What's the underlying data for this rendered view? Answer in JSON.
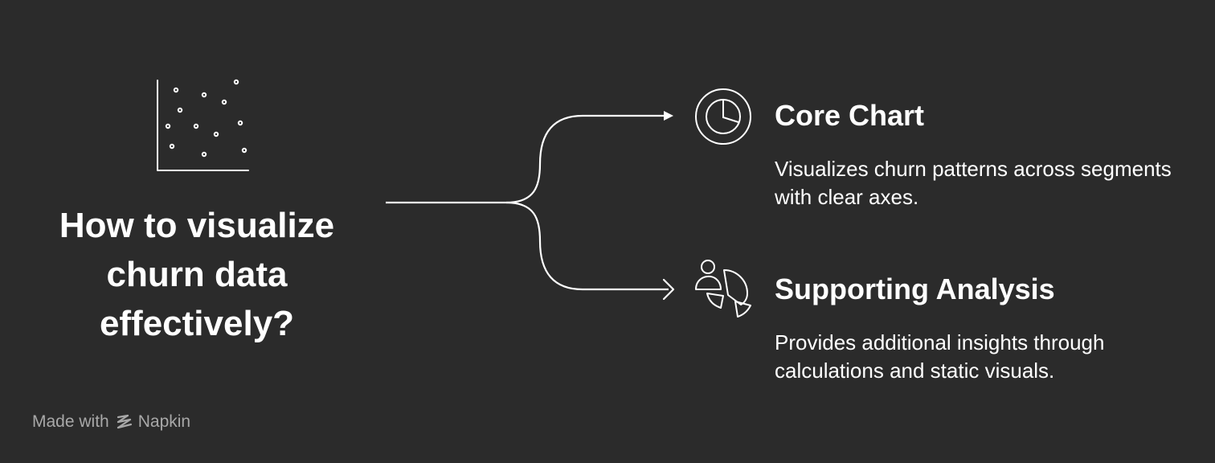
{
  "main": {
    "question": "How to visualize churn data effectively?",
    "icon": "scatter-plot-icon"
  },
  "options": [
    {
      "title": "Core Chart",
      "description": "Visualizes churn patterns across segments with clear axes.",
      "icon": "pie-chart-icon"
    },
    {
      "title": "Supporting Analysis",
      "description": "Provides additional insights through calculations and static visuals.",
      "icon": "people-pie-icon"
    }
  ],
  "footer": {
    "made_with": "Made with",
    "brand": "Napkin",
    "brand_icon": "napkin-logo-icon"
  },
  "colors": {
    "background": "#2b2b2b",
    "text": "#ffffff",
    "watermark": "#a8a8a8"
  }
}
